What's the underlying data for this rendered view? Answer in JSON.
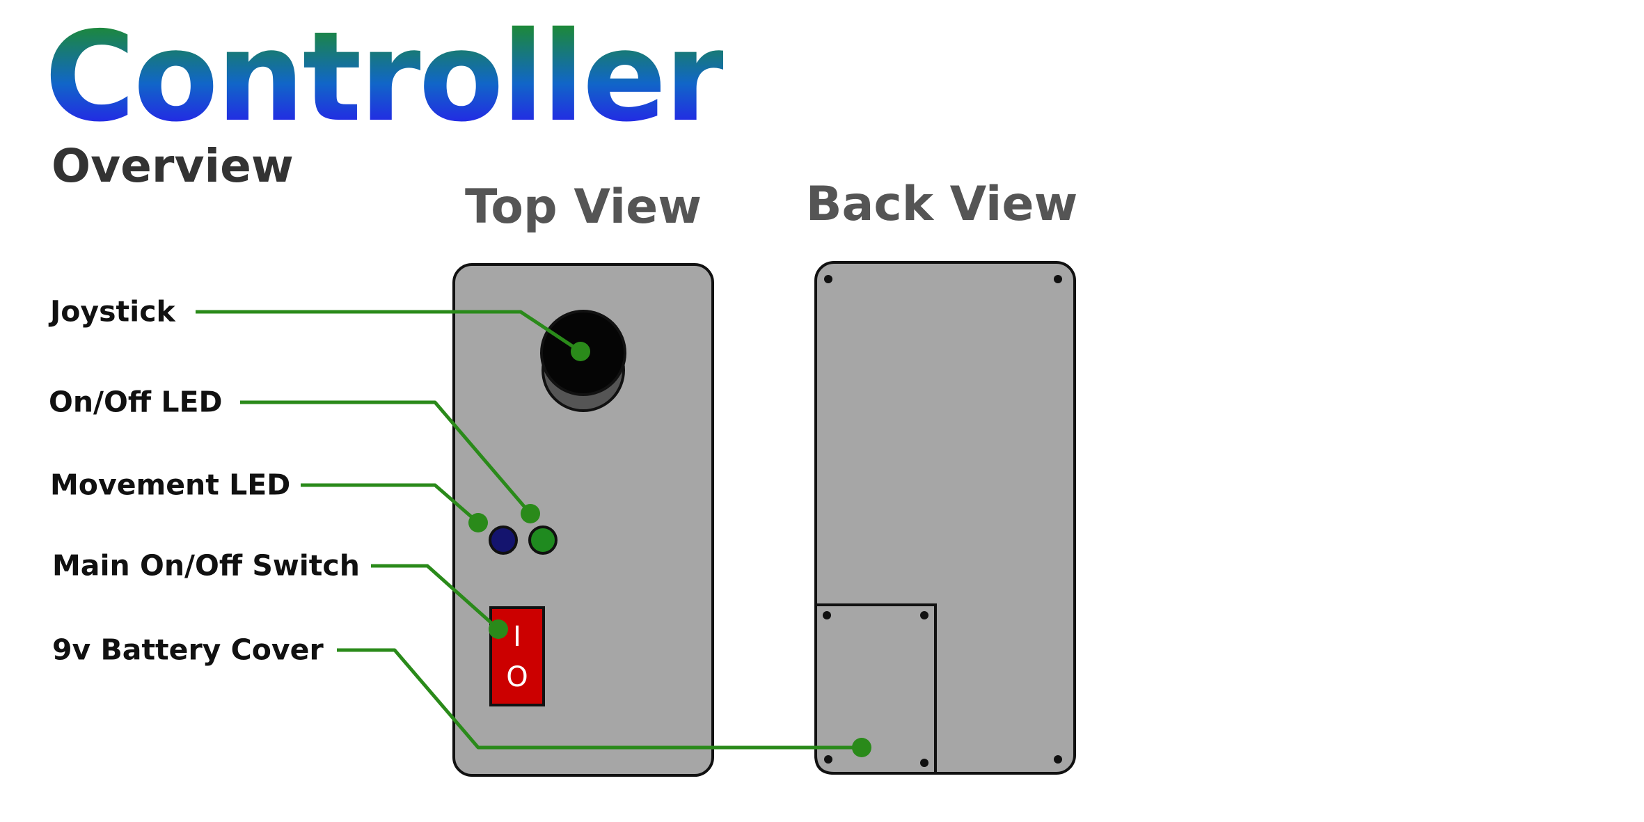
{
  "title": "Controller",
  "subtitle": "Overview",
  "views": {
    "top": "Top View",
    "back": "Back View"
  },
  "callouts": [
    {
      "key": "joystick",
      "label": "Joystick"
    },
    {
      "key": "onoff-led",
      "label": "On/Off LED"
    },
    {
      "key": "movement-led",
      "label": "Movement LED"
    },
    {
      "key": "main-switch",
      "label": "Main On/Off Switch"
    },
    {
      "key": "battery-cover",
      "label": "9v Battery Cover"
    }
  ],
  "switch_symbols": {
    "on": "I",
    "off": "O"
  },
  "colors": {
    "body": "#a6a6a6",
    "outline": "#111111",
    "leader": "#2a8a1a",
    "switch": "#cc0000",
    "movement_led": "#14146e",
    "onoff_led": "#1f8a1f",
    "joystick": "#050505",
    "joystick_base": "#555555",
    "title_gradient": [
      "#1f8f1f",
      "#1166c8",
      "#2a10f0"
    ]
  }
}
